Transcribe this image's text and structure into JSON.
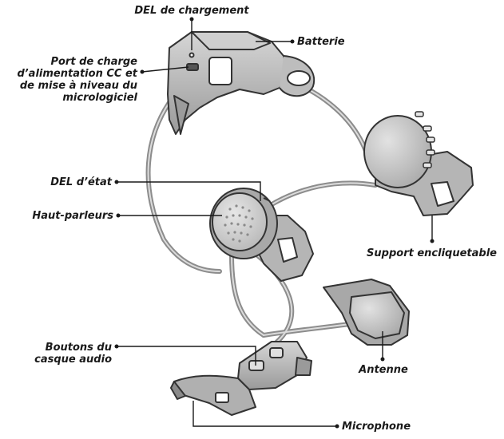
{
  "labels": {
    "charging_led": "DEL de chargement",
    "battery": "Batterie",
    "dc_port": "Port de charge\nd’alimentation CC et\nde mise à niveau du\nmicrologiciel",
    "status_led": "DEL d’état",
    "speakers": "Haut-parleurs",
    "clamp_mount": "Support encliquetable",
    "headset_buttons": "Boutons du\ncasque audio",
    "antenna": "Antenne",
    "microphone": "Microphone"
  }
}
